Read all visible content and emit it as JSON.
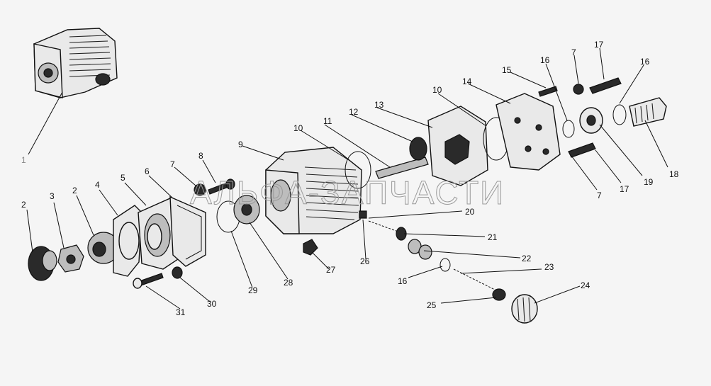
{
  "diagram": {
    "type": "exploded-parts-view",
    "watermark": "АЛЬФА-ЗАПЧАСТИ",
    "callouts": [
      {
        "label": "1",
        "color": "#888888"
      },
      {
        "label": "2"
      },
      {
        "label": "3"
      },
      {
        "label": "2"
      },
      {
        "label": "4"
      },
      {
        "label": "5"
      },
      {
        "label": "6"
      },
      {
        "label": "7"
      },
      {
        "label": "8"
      },
      {
        "label": "9"
      },
      {
        "label": "10"
      },
      {
        "label": "11"
      },
      {
        "label": "12"
      },
      {
        "label": "13"
      },
      {
        "label": "10"
      },
      {
        "label": "14"
      },
      {
        "label": "15"
      },
      {
        "label": "16"
      },
      {
        "label": "7"
      },
      {
        "label": "17"
      },
      {
        "label": "16"
      },
      {
        "label": "18"
      },
      {
        "label": "19"
      },
      {
        "label": "17"
      },
      {
        "label": "7"
      },
      {
        "label": "20"
      },
      {
        "label": "21"
      },
      {
        "label": "22"
      },
      {
        "label": "23"
      },
      {
        "label": "16"
      },
      {
        "label": "24"
      },
      {
        "label": "25"
      },
      {
        "label": "26"
      },
      {
        "label": "27"
      },
      {
        "label": "28"
      },
      {
        "label": "29"
      },
      {
        "label": "30"
      },
      {
        "label": "31"
      }
    ]
  }
}
